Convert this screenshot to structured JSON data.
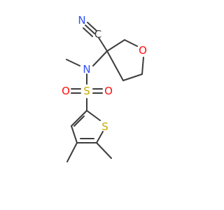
{
  "colors": {
    "bond": "#3d3d3d",
    "carbon": "#3d3d3d",
    "nitrogen": "#3050f8",
    "oxygen": "#ff0d0d",
    "sulfur": "#c8a800"
  },
  "atoms": [
    {
      "id": "n_nitrile",
      "label": "N",
      "element": "nitrogen"
    },
    {
      "id": "c_nitrile",
      "label": "C",
      "element": "carbon"
    },
    {
      "id": "o_ring",
      "label": "O",
      "element": "oxygen"
    },
    {
      "id": "n_amine",
      "label": "N",
      "element": "nitrogen"
    },
    {
      "id": "o_sulfonyl_left",
      "label": "O",
      "element": "oxygen"
    },
    {
      "id": "s_sulfonyl",
      "label": "S",
      "element": "sulfur"
    },
    {
      "id": "o_sulfonyl_right",
      "label": "O",
      "element": "oxygen"
    },
    {
      "id": "s_thiophene",
      "label": "S",
      "element": "sulfur"
    }
  ]
}
